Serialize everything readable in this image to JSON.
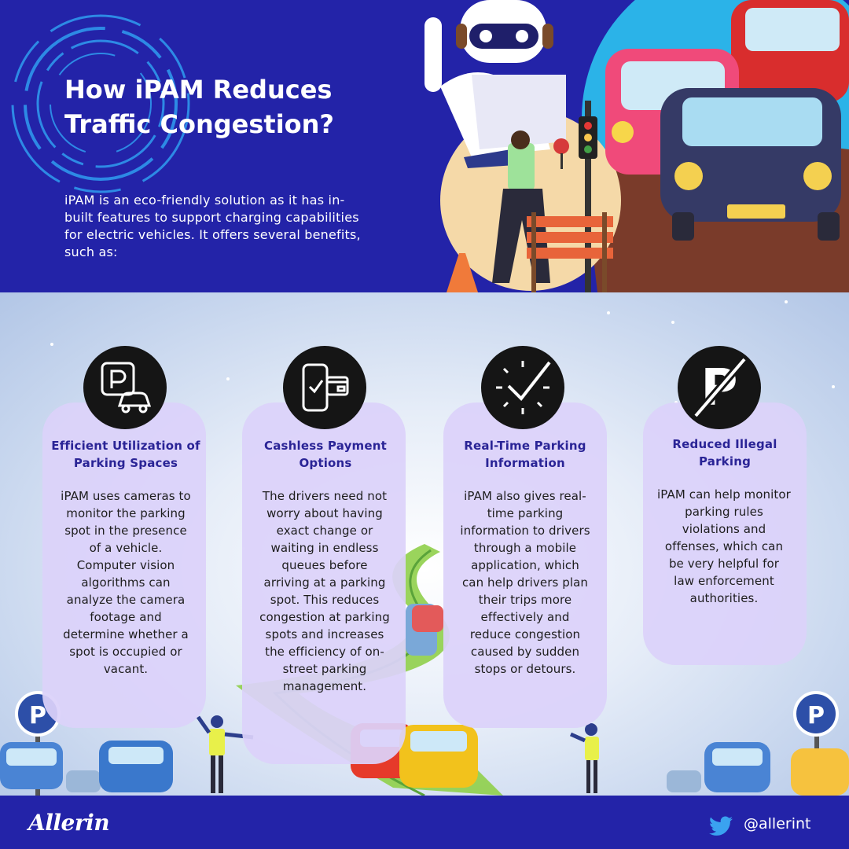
{
  "header": {
    "title": "How iPAM Reduces Traffic Congestion?",
    "intro": "iPAM is an eco-friendly solution as it has in-built features to support charging capabilities for electric vehicles. It offers several benefits, such as:"
  },
  "cards": [
    {
      "icon": "parking-car-icon",
      "title": "Efficient Utilization of Parking Spaces",
      "text": "iPAM uses cameras to monitor the parking spot in the presence of a vehicle. Computer vision algorithms can analyze the camera footage and determine whether a spot is occupied or vacant."
    },
    {
      "icon": "mobile-payment-icon",
      "title": "Cashless Payment Options",
      "text": "The drivers need not worry about having exact change or waiting in endless queues before arriving at a parking spot. This reduces congestion at parking spots and increases the efficiency of on-street parking management."
    },
    {
      "icon": "clock-check-icon",
      "title": "Real-Time Parking Information",
      "text": "iPAM also gives real-time parking information to drivers through a mobile application, which can help drivers plan their trips more effectively and reduce congestion caused by sudden stops or detours."
    },
    {
      "icon": "no-parking-icon",
      "title": "Reduced Illegal Parking",
      "text": "iPAM can help monitor parking rules violations and offenses, which can be very helpful for law enforcement authorities."
    }
  ],
  "signs": {
    "parking_letter": "P"
  },
  "footer": {
    "brand": "Allerin",
    "handle": "@allerint"
  },
  "colors": {
    "header_bg": "#2323a8",
    "card_bg": "#dcd2fa",
    "title_color": "#2a2496",
    "icon_bg": "#151515"
  }
}
